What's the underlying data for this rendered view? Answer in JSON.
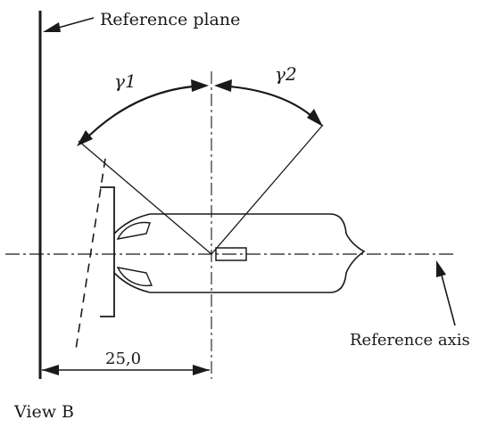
{
  "labels": {
    "reference_plane": "Reference plane",
    "gamma1": "γ1",
    "gamma2": "γ2",
    "dimension": "25,0",
    "reference_axis": "Reference axis",
    "view": "View B"
  }
}
